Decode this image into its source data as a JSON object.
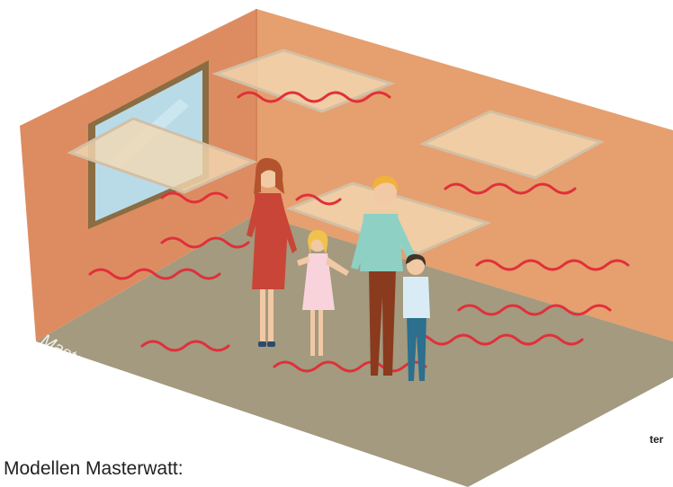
{
  "watermark": "Masterwatt",
  "caption": "Modellen Masterwatt:",
  "side_text": "ter",
  "colors": {
    "back_wall": "#e69f6e",
    "left_wall": "#dd8c62",
    "floor": "#a39a7f",
    "panel": "#f2d8b2",
    "heat_wave": "#e0303a",
    "window_frame": "#8a6d43",
    "window_glass": "#b9dbe8"
  },
  "figures": [
    {
      "role": "woman",
      "dress": "#c94537",
      "hair": "#b4542e"
    },
    {
      "role": "girl",
      "dress": "#f8d3dc",
      "hair": "#f1c14d"
    },
    {
      "role": "man",
      "shirt": "#8fd0c4",
      "trousers": "#8a3a1d",
      "hair": "#f2b23a"
    },
    {
      "role": "boy",
      "shirt": "#d9ecf6",
      "trousers": "#2c6f8e",
      "hair": "#3e3428"
    }
  ]
}
